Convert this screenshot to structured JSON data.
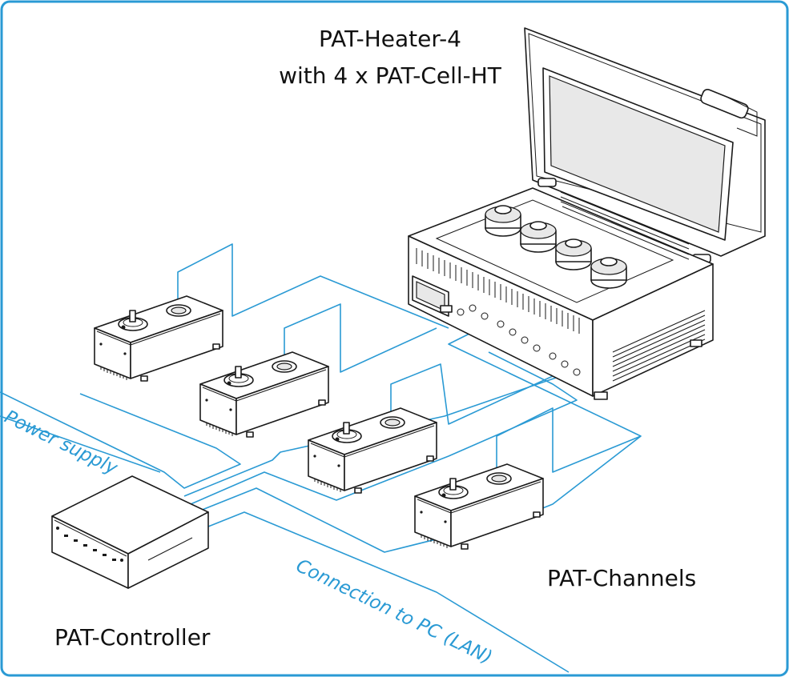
{
  "labels": {
    "heater_line1": "PAT-Heater-4",
    "heater_line2": "with 4 x PAT-Cell-HT",
    "channels": "PAT-Channels",
    "controller": "PAT-Controller",
    "power_supply": "Power supply",
    "connection_pc": "Connection to PC (LAN)"
  },
  "colors": {
    "frame": "#2a9ad4",
    "cable": "#2a9ad4",
    "text": "#111111",
    "annotation": "#2a9ad4"
  },
  "icons": {
    "heater": "heater-device-icon",
    "cell": "test-cell-icon",
    "channel": "channel-box-icon",
    "controller": "controller-box-icon"
  }
}
